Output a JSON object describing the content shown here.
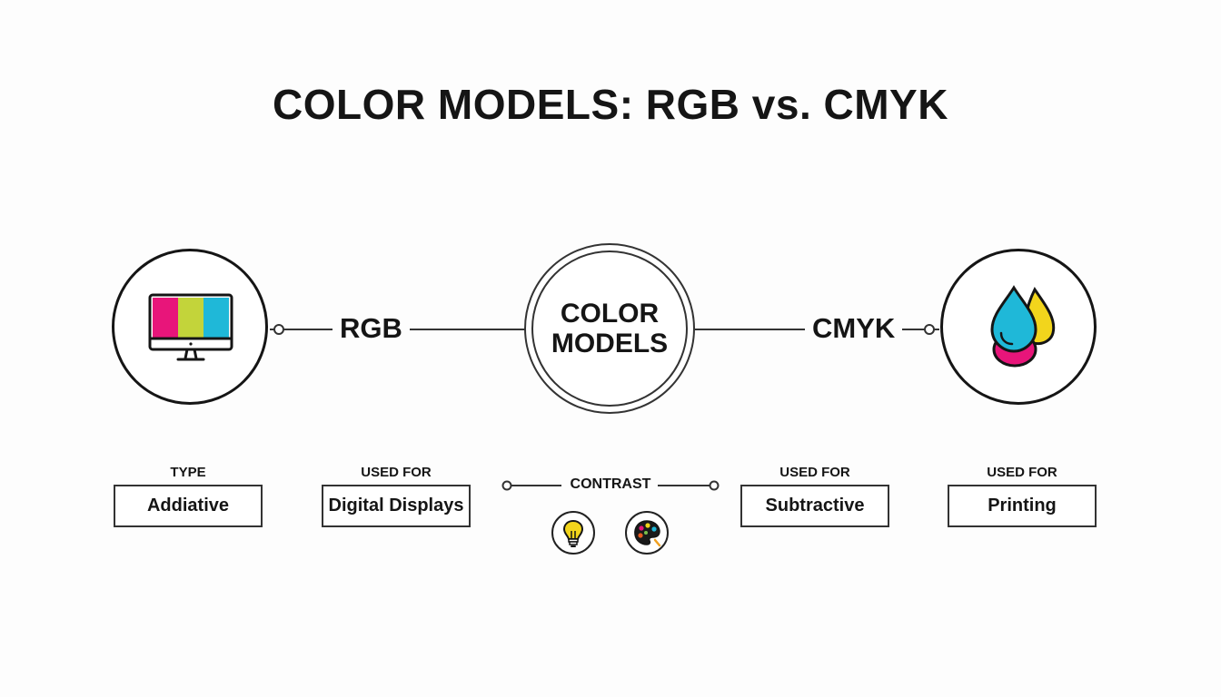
{
  "title": "COLOR MODELS: RGB vs. CMYK",
  "center": {
    "label": "COLOR\nMODELS"
  },
  "left_node": {
    "label": "RGB",
    "icon": "monitor-icon"
  },
  "right_node": {
    "label": "CMYK",
    "icon": "ink-drops-icon"
  },
  "attributes": [
    {
      "label": "TYPE",
      "value": "Addiative"
    },
    {
      "label": "USED FOR",
      "value": "Digital Displays"
    },
    {
      "label": "USED FOR",
      "value": "Subtractive"
    },
    {
      "label": "USED FOR",
      "value": "Printing"
    }
  ],
  "contrast": {
    "label": "CONTRAST",
    "icons": [
      "light-bulb-icon",
      "paint-palette-icon"
    ]
  },
  "colors": {
    "magenta": "#e8157a",
    "lime": "#c3d43a",
    "cyan": "#1fb8d8",
    "yellow": "#f2d51c",
    "ink": "#151515"
  }
}
